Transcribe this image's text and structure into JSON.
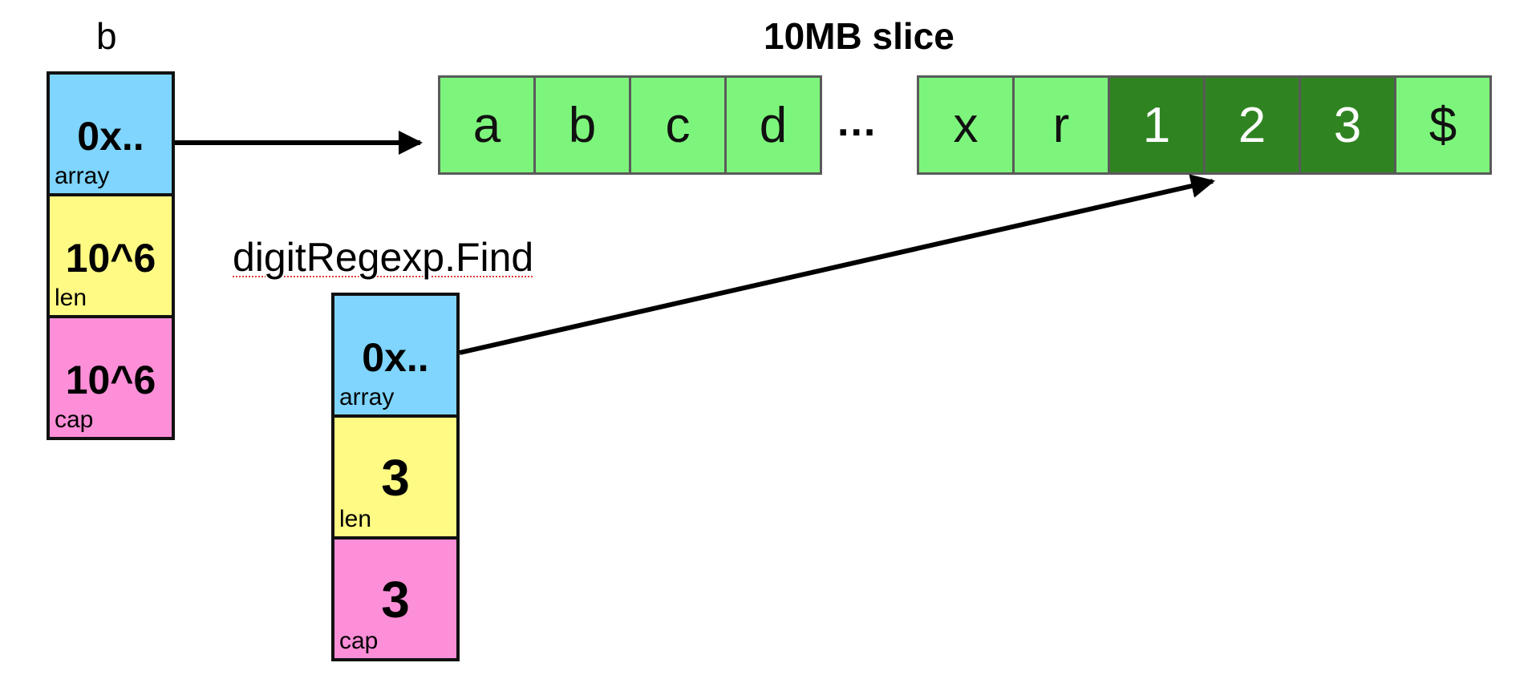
{
  "titles": {
    "b": "b",
    "slice": "10MB slice",
    "find": "digitRegexp.Find"
  },
  "header_b": {
    "array_value": "0x..",
    "array_label": "array",
    "len_value": "10^6",
    "len_label": "len",
    "cap_value": "10^6",
    "cap_label": "cap"
  },
  "header_find": {
    "array_value": "0x..",
    "array_label": "array",
    "len_value": "3",
    "len_label": "len",
    "cap_value": "3",
    "cap_label": "cap"
  },
  "cells_left": [
    "a",
    "b",
    "c",
    "d"
  ],
  "ellipsis": "...",
  "cells_right": [
    "x",
    "r",
    "1",
    "2",
    "3",
    "$"
  ],
  "colors": {
    "array": "#7fd5fd",
    "len": "#fefa84",
    "cap": "#fd8fd8",
    "cell": "#7df57c",
    "cell_highlight": "#2f8421"
  }
}
